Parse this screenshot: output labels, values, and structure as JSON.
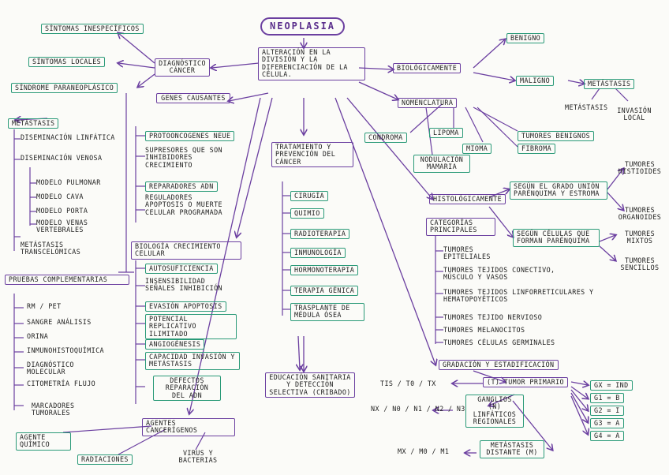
{
  "title": "NEOPLASIA",
  "center": "ALTERACIÓN EN LA DIVISIÓN Y LA DIFERENCIACIÓN DE LA CÉLULA.",
  "left": {
    "diagnostico": "DIAGNÓSTICO CÁNCER",
    "sintomas_inespecificos": "SÍNTOMAS INESPECÍFICOS",
    "sintomas_locales": "SÍNTOMAS LOCALES",
    "sindrome": "SÍNDROME PARANEOPLÁSICO",
    "metastasis": "METÁSTASIS",
    "met_items": [
      "DISEMINACIÓN LINFÁTICA",
      "DISEMINACIÓN VENOSA",
      "MODELO PULMONAR",
      "MODELO CAVA",
      "MODELO PORTA",
      "MODELO VENAS VERTEBRALES",
      "METÁSTASIS TRANSCELÓMICAS"
    ],
    "pruebas": "PRUEBAS COMPLEMENTARIAS",
    "pruebas_items": [
      "RM / PET",
      "SANGRE ANÁLISIS",
      "ORINA",
      "INMUNOHISTOQUÍMICA",
      "DIAGNÓSTICO MOLECULAR",
      "CITOMETRÍA FLUJO",
      "MARCADORES TUMORALES"
    ]
  },
  "genes": {
    "title": "GENES CAUSANTES",
    "items": [
      "PROTOONCOGENES NEUE",
      "SUPRESORES QUE SON INHIBIDORES CRECIMIENTO",
      "REPARADORES ADN",
      "REGULADORES APOPTOSIS O MUERTE CELULAR PROGRAMADA"
    ]
  },
  "biologia": {
    "title": "BIOLOGÍA CRECIMIENTO CELULAR",
    "items": [
      "AUTOSUFICIENCIA",
      "INSENSIBILIDAD SEÑALES INHIBICIÓN",
      "EVASIÓN APOPTOSIS",
      "POTENCIAL REPLICATIVO ILIMITADO",
      "ANGIOGÉNESIS",
      "CAPACIDAD INVASIÓN Y METÁSTASIS",
      "DEFECTOS REPARACIÓN DEL ADN"
    ]
  },
  "agentes": {
    "title": "AGENTES CANCERÍGENOS",
    "items": [
      "AGENTE QUÍMICO",
      "RADIACIONES",
      "VIRUS Y BACTERIAS"
    ]
  },
  "tratamiento": {
    "title": "TRATAMIENTO Y PREVENCIÓN DEL CÁNCER",
    "items": [
      "CIRUGÍA",
      "QUIMIO",
      "RADIOTERAPIA",
      "INMUNOLOGÍA",
      "HORMONOTERAPIA",
      "TERAPIA GÉNICA",
      "TRASPLANTE DE MÉDULA ÓSEA"
    ],
    "educacion": "EDUCACIÓN SANITARIA Y DETECCIÓN SELECTIVA (CRIBADO)"
  },
  "comportamiento": {
    "title": "BIOLÓGICAMENTE",
    "benigno": "BENIGNO",
    "maligno": "MALIGNO",
    "metastasis": "METÁSTASIS",
    "metastasis_label": "METÁSTASIS",
    "invasion": "INVASIÓN LOCAL"
  },
  "nomenclatura": {
    "title": "NOMENCLATURA",
    "items": [
      "CONDROMA",
      "LIPOMA",
      "MIOMA",
      "TUMORES BENIGNOS",
      "FIBROMA",
      "NODULACIÓN MAMARIA"
    ]
  },
  "histologia": {
    "title": "HISTOLÓGICAMENTE",
    "segun_origen": "SEGÚN EL GRADO UNIÓN PARÉNQUIMA Y ESTROMA",
    "segun_celulas": "SEGÚN CÉLULAS QUE FORMAN PARÉNQUIMA",
    "right_items": [
      "TUMORES HISTIOIDES",
      "TUMORES ORGANOIDES",
      "TUMORES MIXTOS",
      "TUMORES SENCILLOS"
    ]
  },
  "categorias": {
    "title": "CATEGORÍAS PRINCIPALES",
    "items": [
      "TUMORES EPITELIALES",
      "TUMORES TEJIDOS CONECTIVO, MÚSCULO Y VASOS",
      "TUMORES TEJIDOS LINFORRETICULARES Y HEMATOPOYÉTICOS",
      "TUMORES TEJIDO NERVIOSO",
      "TUMORES MELANOCITOS",
      "TUMORES CÉLULAS GERMINALES"
    ]
  },
  "gradacion": {
    "title": "GRADACIÓN Y ESTADIFICACIÓN",
    "t_label": "TIS / T0 / TX",
    "t_box": "(T) TUMOR PRIMARIO",
    "n_label": "NX / N0 / N1 / N2 / N3",
    "n_box": "GANGLIOS (N) LINFÁTICOS REGIONALES",
    "m_label": "MX / M0 / M1",
    "m_box": "METÁSTASIS DISTANTE (M)",
    "grades": [
      "GX = IND",
      "G1 = B",
      "G2 = I",
      "G3 = A",
      "G4 = A"
    ]
  }
}
